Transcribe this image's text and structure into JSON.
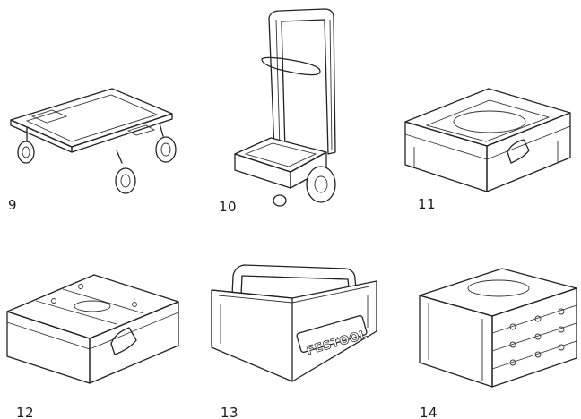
{
  "items": [
    {
      "number": "9",
      "icon": "dolly-board-icon"
    },
    {
      "number": "10",
      "icon": "hand-truck-cart-icon"
    },
    {
      "number": "11",
      "icon": "systainer-case-icon"
    },
    {
      "number": "12",
      "icon": "systainer-case-flat-lid-icon"
    },
    {
      "number": "13",
      "icon": "tool-box-tote-icon"
    },
    {
      "number": "14",
      "icon": "drawer-systainer-icon"
    }
  ],
  "logo": {
    "text": "FESTOOL"
  }
}
